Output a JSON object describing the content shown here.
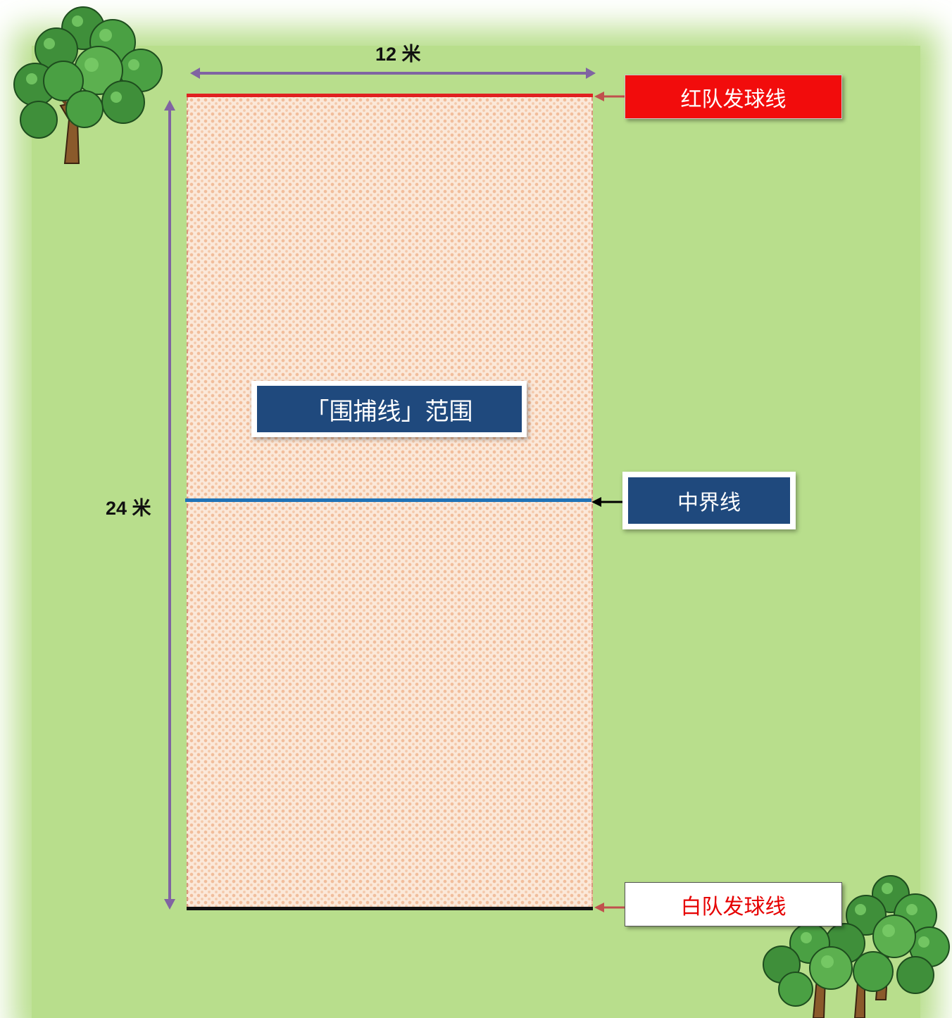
{
  "labels": {
    "red_serve_line": "红队发球线",
    "white_serve_line": "白队发球线",
    "center_line": "中界线",
    "capture_range": "「围捕线」范围"
  },
  "dimensions": {
    "width": "12 米",
    "length": "24 米"
  },
  "colors": {
    "grass": "#b8de8c",
    "court_fill": "#fbe8d9",
    "red_line": "#e02020",
    "center_line": "#1f73b8",
    "white_line": "#111111",
    "label_navy": "#1f497d",
    "dimension_arrow": "#8064a2",
    "pointer_arrow": "#c0504d"
  },
  "decorations": {
    "top_left": "tree-icon",
    "bottom_right": "tree-cluster-icon"
  }
}
